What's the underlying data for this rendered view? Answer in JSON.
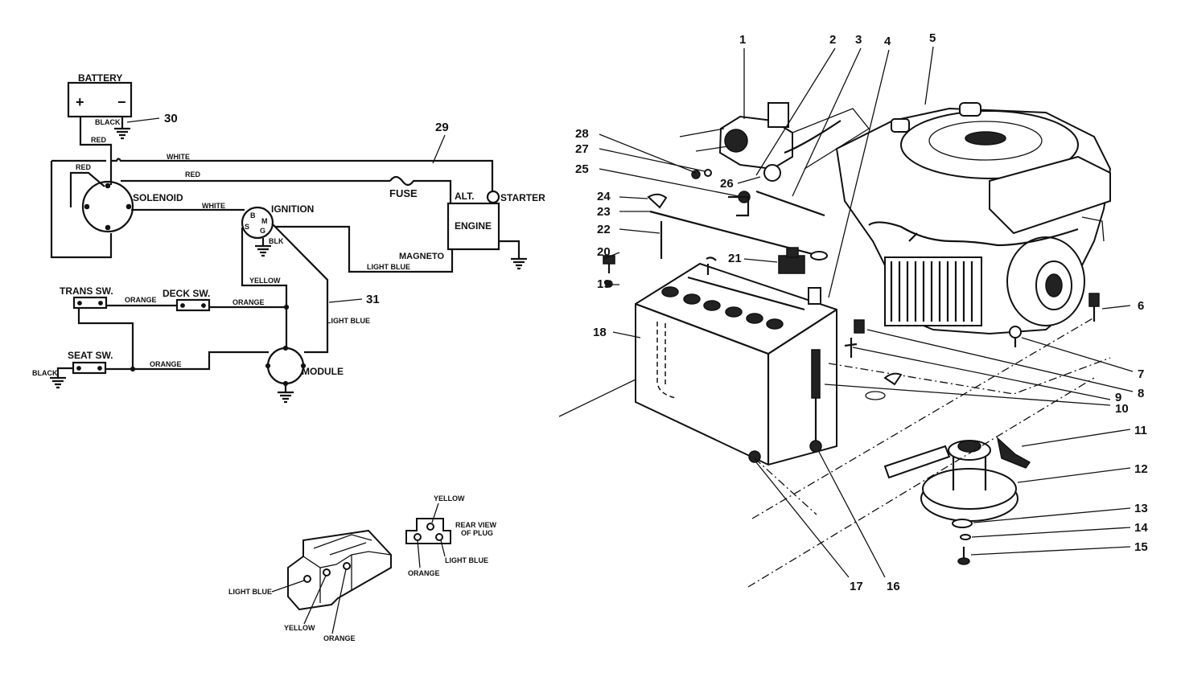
{
  "wiring": {
    "components": {
      "battery": "BATTERY",
      "solenoid": "SOLENOID",
      "fuse": "FUSE",
      "alt": "ALT.",
      "starter": "STARTER",
      "engine": "ENGINE",
      "magneto": "MAGNETO",
      "ignition": "IGNITION",
      "module": "MODULE",
      "trans_sw": "TRANS SW.",
      "deck_sw": "DECK SW.",
      "seat_sw": "SEAT SW."
    },
    "terminals": {
      "plus": "+",
      "minus": "−",
      "ign_b": "B",
      "ign_m": "M",
      "ign_s": "S",
      "ign_g": "G"
    },
    "wires": {
      "black_battery": "BLACK",
      "red_1": "RED",
      "white_1": "WHITE",
      "red_2": "RED",
      "red_3": "RED",
      "white_2": "WHITE",
      "blk": "BLK",
      "light_blue_1": "LIGHT BLUE",
      "yellow": "YELLOW",
      "orange_1": "ORANGE",
      "orange_2": "ORANGE",
      "orange_3": "ORANGE",
      "light_blue_2": "LIGHT BLUE",
      "black_seat": "BLACK"
    },
    "callouts": {
      "c29": "29",
      "c30": "30",
      "c31": "31"
    }
  },
  "plug": {
    "front": {
      "light_blue": "LIGHT BLUE",
      "yellow": "YELLOW",
      "orange": "ORANGE"
    },
    "rear": {
      "yellow": "YELLOW",
      "title_line1": "REAR VIEW",
      "title_line2": "OF PLUG",
      "light_blue": "LIGHT BLUE",
      "orange": "ORANGE"
    }
  },
  "exploded": {
    "callouts": {
      "p1": "1",
      "p2": "2",
      "p3": "3",
      "p4": "4",
      "p5": "5",
      "p6": "6",
      "p7": "7",
      "p8": "8",
      "p9": "9",
      "p10": "10",
      "p11": "11",
      "p12": "12",
      "p13": "13",
      "p14": "14",
      "p15": "15",
      "p16": "16",
      "p17": "17",
      "p18": "18",
      "p19": "19",
      "p20": "20",
      "p21": "21",
      "p22": "22",
      "p23": "23",
      "p24": "24",
      "p25": "25",
      "p26": "26",
      "p27": "27",
      "p28": "28"
    }
  }
}
